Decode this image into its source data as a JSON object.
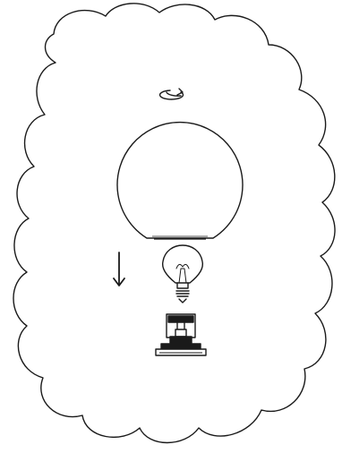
{
  "diagram": {
    "type": "assembly-instruction",
    "background": "cloud",
    "stroke_color": "#1a1a1a",
    "fill_color": "#ffffff",
    "steps": [
      {
        "action": "rotate",
        "icon": "rotate-arrow-icon",
        "target": "globe-shade"
      },
      {
        "action": "lower",
        "icon": "down-arrow-icon",
        "target": "light-bulb"
      },
      {
        "action": "screw-in",
        "icon": "socket-base-icon",
        "target": "lamp-socket"
      }
    ]
  }
}
